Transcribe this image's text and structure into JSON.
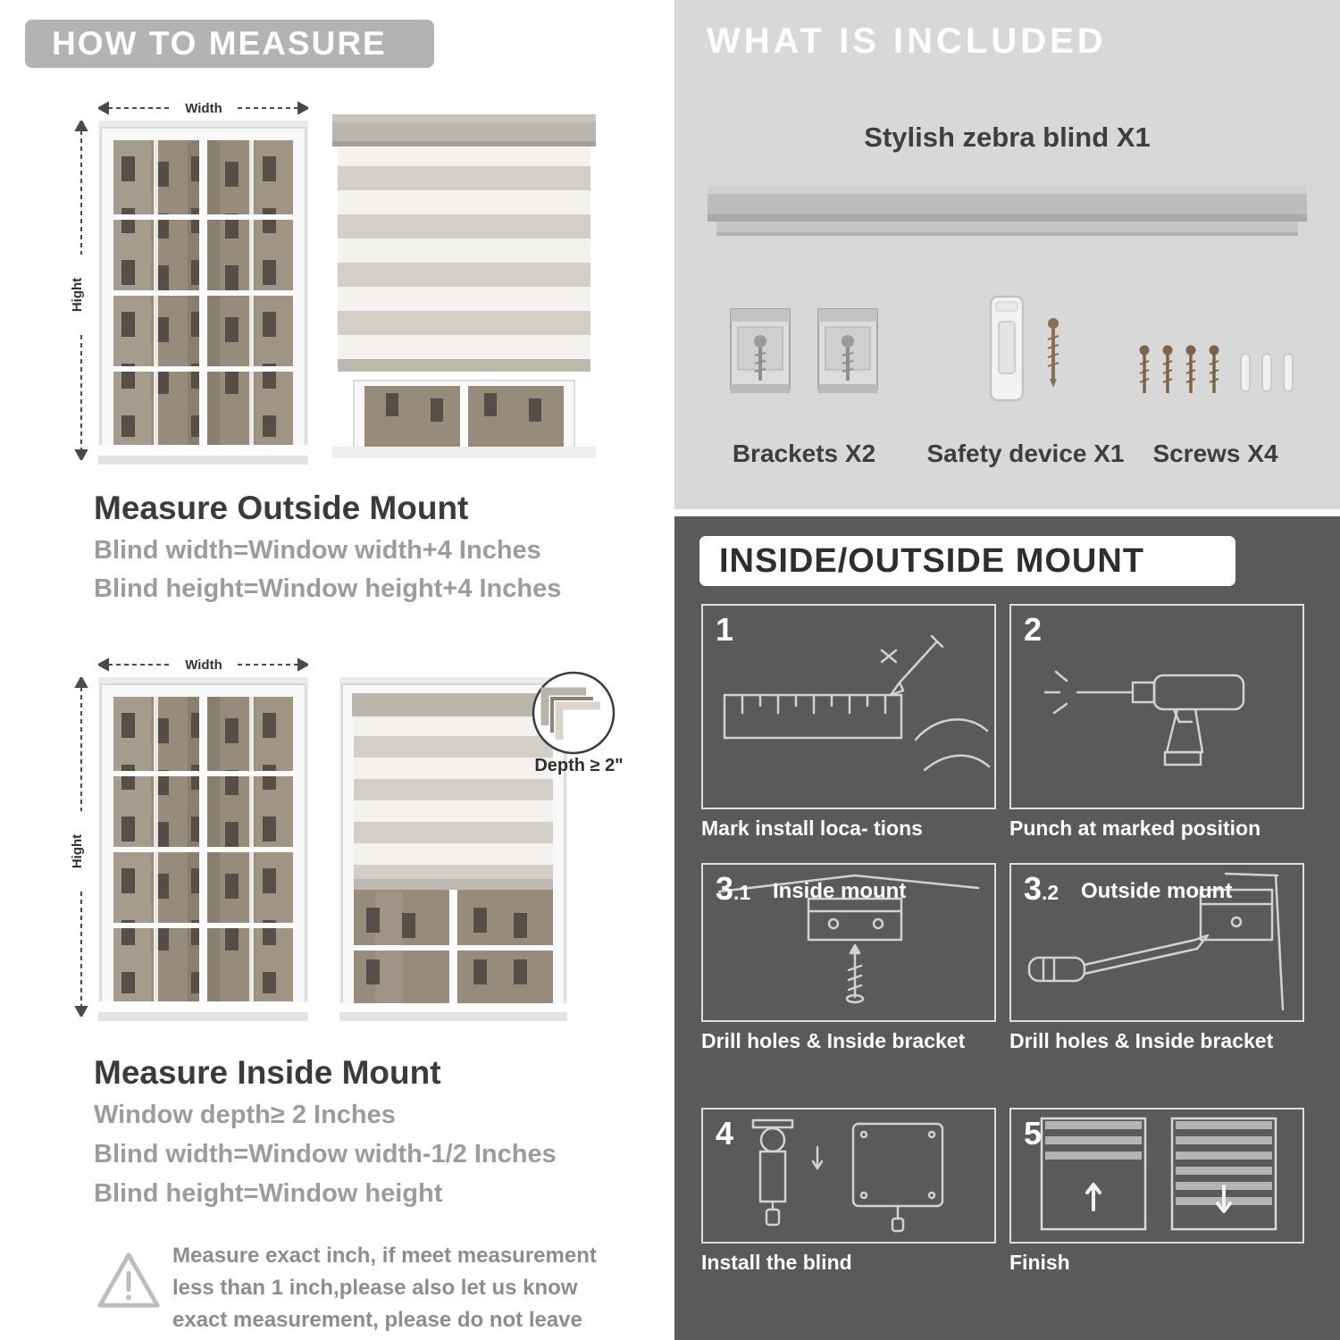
{
  "measure": {
    "header": "HOW TO MEASURE",
    "outside": {
      "width_label": "Width",
      "height_label": "Hight",
      "title": "Measure Outside Mount",
      "line1": "Blind width=Window width+4 Inches",
      "line2": "Blind height=Window height+4 Inches"
    },
    "inside": {
      "width_label": "Width",
      "height_label": "Hight",
      "depth_callout": "Depth ≥ 2\"",
      "title": "Measure Inside Mount",
      "line1": "Window depth≥ 2 Inches",
      "line2": "Blind width=Window width-1/2 Inches",
      "line3": "Blind height=Window height"
    },
    "note": "Measure exact inch, if meet measurement less than 1 inch,please also let us know exact measurement, please do not leave it"
  },
  "included": {
    "header": "WHAT IS INCLUDED",
    "product_label": "Stylish zebra blind X1",
    "items": [
      {
        "icon": "bracket-icon",
        "label": "Brackets X2"
      },
      {
        "icon": "safety-device-icon",
        "label": "Safety device X1"
      },
      {
        "icon": "screw-icon",
        "label": "Screws X4"
      }
    ]
  },
  "mount": {
    "header": "INSIDE/OUTSIDE MOUNT",
    "steps": [
      {
        "num": "1",
        "sub": "",
        "label": "",
        "caption": "Mark install loca- tions"
      },
      {
        "num": "2",
        "sub": "",
        "label": "",
        "caption": "Punch at  marked position"
      },
      {
        "num": "3",
        "sub": ".1",
        "label": "Inside mount",
        "caption": "Drill holes &  Inside bracket"
      },
      {
        "num": "3",
        "sub": ".2",
        "label": "Outside mount",
        "caption": "Drill holes &  Inside bracket"
      },
      {
        "num": "4",
        "sub": "",
        "label": "",
        "caption": "Install the blind"
      },
      {
        "num": "5",
        "sub": "",
        "label": "",
        "caption": "Finish"
      }
    ]
  },
  "colors": {
    "header_pill_gray": "#b3b3b3",
    "included_bg": "#d8d8d8",
    "mount_bg": "#5a5a5a",
    "heading_dark": "#3b3b3b",
    "body_gray": "#9c9c9c"
  }
}
